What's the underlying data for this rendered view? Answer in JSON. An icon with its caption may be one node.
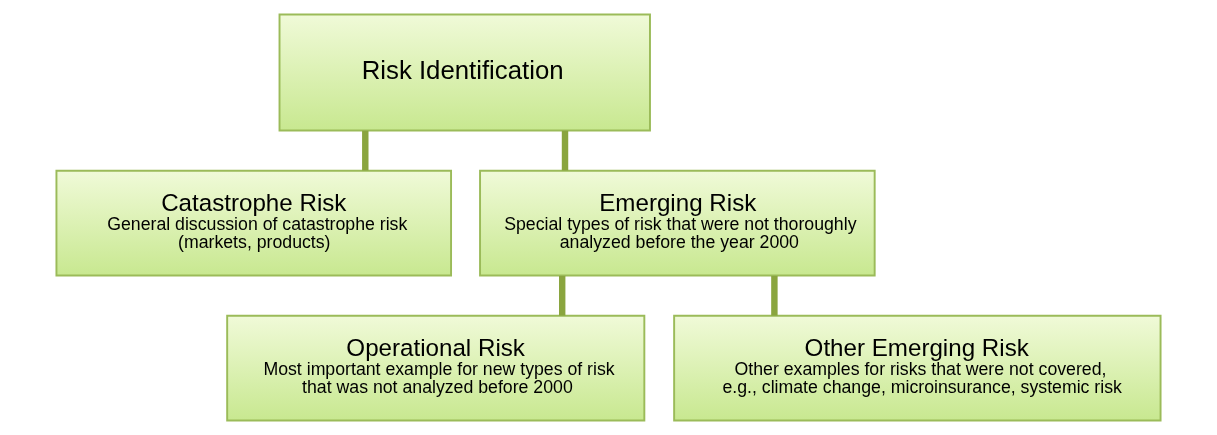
{
  "diagram": {
    "nodes": [
      {
        "text": [
          "Risk Identification"
        ]
      },
      {
        "text": [
          "Catastrophe Risk",
          "General discussion of catastrophe risk (markets, products)"
        ]
      },
      {
        "text": [
          "Emerging Risk",
          "Special types of risk that were not thoroughly analyzed before the year 2000"
        ]
      },
      {
        "text": [
          "Operational Risk",
          "Most important example for new types of risk that was not analyzed before 2000"
        ]
      },
      {
        "text": [
          "Other Emerging Risk",
          "Other examples for risks that were not covered, e.g., climate change, microinsurance, systemic risk"
        ]
      }
    ],
    "edges": [
      {
        "from": 0,
        "to": 1,
        "arrow": "none"
      },
      {
        "from": 0,
        "to": 2,
        "arrow": "none"
      },
      {
        "from": 2,
        "to": 3,
        "arrow": "none"
      },
      {
        "from": 2,
        "to": 4,
        "arrow": "none"
      }
    ]
  }
}
